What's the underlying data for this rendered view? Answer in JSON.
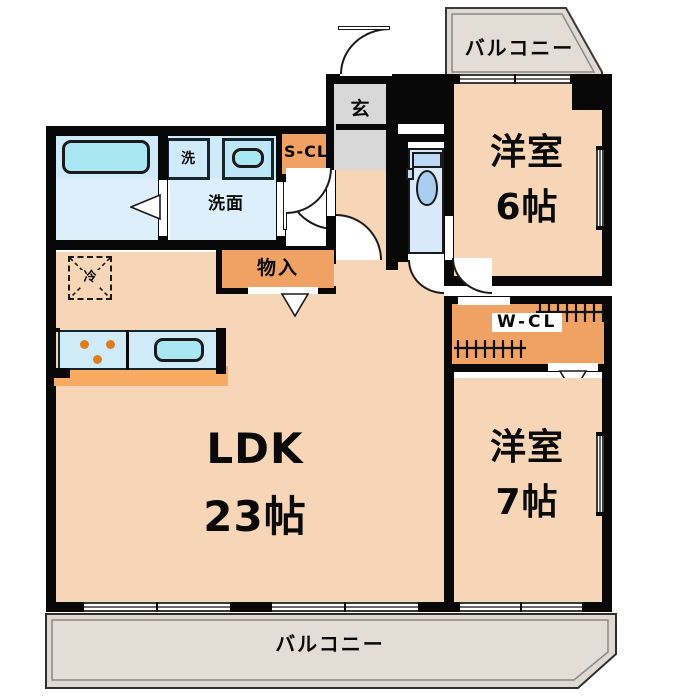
{
  "plan": {
    "type": "japanese-apartment-floor-plan",
    "unit_area_label": "帖",
    "colors": {
      "room_fill": "#f7d6b8",
      "wet_fill": "#ddeffb",
      "closet_fill": "#f0a265",
      "balcony_fill": "#dfd9d1",
      "genkan_fill": "#d8d8d8",
      "wall": "#080808",
      "counter": "#f7ab62",
      "fixture_blue": "#a9e8f2",
      "burner": "#e07b20"
    }
  },
  "rooms": {
    "ldk": {
      "name": "LDK",
      "size": "23帖"
    },
    "washitsu_top": {
      "name": "洋室",
      "size": "6帖"
    },
    "washitsu_bottom": {
      "name": "洋室",
      "size": "7帖"
    },
    "sanitary": {
      "label": "洗面"
    },
    "washer": {
      "label": "洗"
    },
    "genkan": {
      "label": "玄"
    },
    "refrigerator": {
      "label": "冷"
    }
  },
  "closets": {
    "shoe_closet": {
      "label": "S-CL"
    },
    "storage": {
      "label": "物入"
    },
    "walk_in": {
      "label": "W-CL"
    }
  },
  "balconies": {
    "top": {
      "label": "バルコニー"
    },
    "bottom": {
      "label": "バルコニー"
    }
  }
}
